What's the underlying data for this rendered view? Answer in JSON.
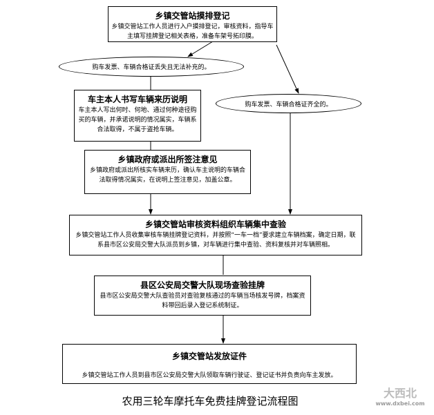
{
  "steps": [
    {
      "title": "乡镇交管站摸排登记",
      "desc": "乡镇交管站工作人员进行入户摸排登记，审核资料，指导车主填写挂牌登记相关表格，准备车架号拓印膜。"
    },
    {
      "title": "车主本人书写车辆来历说明",
      "desc": "车主本人写出何时、何地、通过何种途径购买的车辆，并承诺说明的情况属实，车辆系合法取得，不属于盗抢车辆。"
    },
    {
      "title": "乡镇政府或派出所签注意见",
      "desc": "乡镇政府或派出所核实车辆来历，确认车主说明的车辆合法取得情况属实，在说明上签注意见，加盖公章。"
    },
    {
      "title": "乡镇交管站审核资料组织车辆集中查验",
      "desc": "乡镇交管站工作人员收集审核车辆挂牌登记资料，并按照“一车一档”要求建立车辆档案，确定日期，联系县市区公安局交警大队派员到乡镇，对车辆进行集中查验、资料复核并对车辆照相。"
    },
    {
      "title": "县区公安局交警大队现场查验挂牌",
      "desc": "县市区公安局交警大队查验员对查验复核通过的车辆当场核发号牌，档案资料带回后录入登记系统制证。"
    },
    {
      "title": "乡镇交管站发放证件",
      "desc": "乡镇交管站工作人员到县市区公安局交警大队领取车辆行驶证、登记证书并负责向车主发放。"
    }
  ],
  "conditions": {
    "missing": "购车发票、车辆合格证丢失且无法补充的。",
    "complete": "购车发票、车辆合格证齐全的。"
  },
  "caption": "农用三轮车摩托车免费挂牌登记流程图",
  "watermark": {
    "name": "大西北",
    "url": "www.dxbei.com"
  }
}
